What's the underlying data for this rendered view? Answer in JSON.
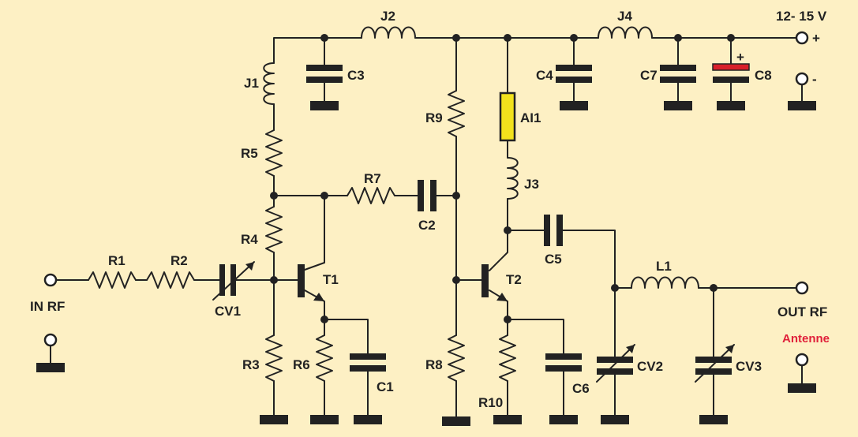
{
  "colors": {
    "background": "#fdf0c4",
    "wire": "#222222",
    "al1_fill": "#f2e21c",
    "c8_plus_plate": "#d8202a",
    "antenne_label": "#e0203a"
  },
  "labels": {
    "j1": "J1",
    "j2": "J2",
    "j3": "J3",
    "j4": "J4",
    "r1": "R1",
    "r2": "R2",
    "r3": "R3",
    "r4": "R4",
    "r5": "R5",
    "r6": "R6",
    "r7": "R7",
    "r8": "R8",
    "r9": "R9",
    "r10": "R10",
    "c1": "C1",
    "c2": "C2",
    "c3": "C3",
    "c4": "C4",
    "c5": "C5",
    "c6": "C6",
    "c7": "C7",
    "c8": "C8",
    "cv1": "CV1",
    "cv2": "CV2",
    "cv3": "CV3",
    "t1": "T1",
    "t2": "T2",
    "l1": "L1",
    "al1": "AI1",
    "supply": "12- 15 V",
    "plus": "+",
    "minus": "-",
    "c8_plus": "+",
    "in_rf": "IN RF",
    "out_rf": "OUT RF",
    "antenne": "Antenne"
  }
}
